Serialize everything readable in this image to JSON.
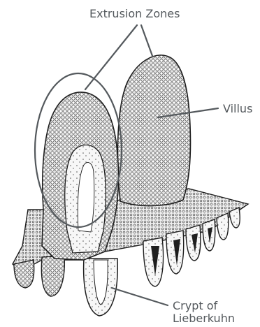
{
  "labels": {
    "extrusion_zones": "Extrusion Zones",
    "villus": "Villus",
    "crypt_line1": "Crypt of",
    "crypt_line2": "Lieberkuhn"
  },
  "colors": {
    "label_text": "#54595d",
    "leader_line": "#54595d",
    "tissue_fill": "#d9d9d9",
    "tissue_outline": "#1e1e1e",
    "lumen_fill": "#ffffff"
  }
}
